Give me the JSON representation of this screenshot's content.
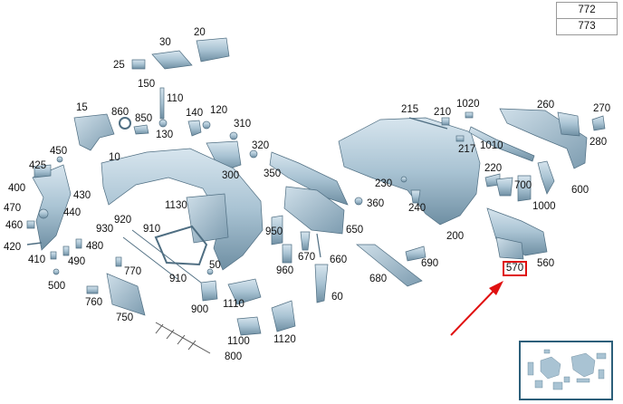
{
  "reference_table": [
    "772",
    "773"
  ],
  "highlighted_part": "570",
  "part_labels": [
    {
      "id": "20"
    },
    {
      "id": "30"
    },
    {
      "id": "25"
    },
    {
      "id": "150"
    },
    {
      "id": "110"
    },
    {
      "id": "860"
    },
    {
      "id": "850"
    },
    {
      "id": "130"
    },
    {
      "id": "140"
    },
    {
      "id": "120"
    },
    {
      "id": "15"
    },
    {
      "id": "310"
    },
    {
      "id": "320"
    },
    {
      "id": "450"
    },
    {
      "id": "425"
    },
    {
      "id": "10"
    },
    {
      "id": "300"
    },
    {
      "id": "350"
    },
    {
      "id": "400"
    },
    {
      "id": "430"
    },
    {
      "id": "470"
    },
    {
      "id": "440"
    },
    {
      "id": "460"
    },
    {
      "id": "420"
    },
    {
      "id": "480"
    },
    {
      "id": "410"
    },
    {
      "id": "490"
    },
    {
      "id": "500"
    },
    {
      "id": "1130"
    },
    {
      "id": "920"
    },
    {
      "id": "930"
    },
    {
      "id": "910"
    },
    {
      "id": "770"
    },
    {
      "id": "50"
    },
    {
      "id": "910"
    },
    {
      "id": "760"
    },
    {
      "id": "750"
    },
    {
      "id": "900"
    },
    {
      "id": "1110"
    },
    {
      "id": "1100"
    },
    {
      "id": "1120"
    },
    {
      "id": "800"
    },
    {
      "id": "950"
    },
    {
      "id": "960"
    },
    {
      "id": "670"
    },
    {
      "id": "660"
    },
    {
      "id": "650"
    },
    {
      "id": "360"
    },
    {
      "id": "60"
    },
    {
      "id": "680"
    },
    {
      "id": "690"
    },
    {
      "id": "215"
    },
    {
      "id": "210"
    },
    {
      "id": "1020"
    },
    {
      "id": "217"
    },
    {
      "id": "1010"
    },
    {
      "id": "260"
    },
    {
      "id": "270"
    },
    {
      "id": "280"
    },
    {
      "id": "220"
    },
    {
      "id": "700"
    },
    {
      "id": "600"
    },
    {
      "id": "230"
    },
    {
      "id": "240"
    },
    {
      "id": "1000"
    },
    {
      "id": "200"
    },
    {
      "id": "560"
    }
  ],
  "colors": {
    "part_fill": "#a9c3d3",
    "part_dark": "#5f7f93",
    "part_light": "#d7e5ee",
    "leader": "#8a8a8a",
    "highlight": "#e01010",
    "arrow": "#e01010",
    "thumb_border": "#2c5f7a"
  }
}
